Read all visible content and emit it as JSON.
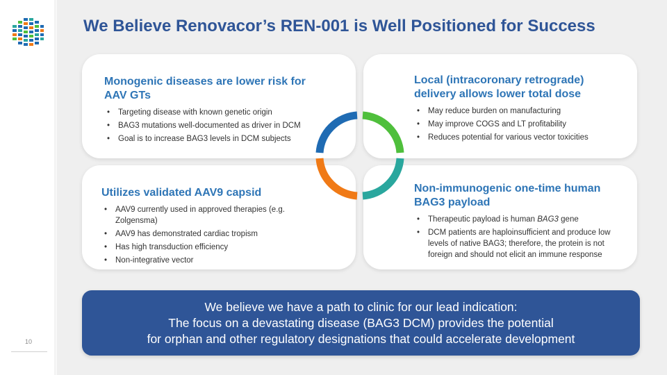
{
  "slide": {
    "title": "We Believe Renovacor’s REN-001 is Well Positioned for Success",
    "page_number": "10"
  },
  "cards": {
    "top_left": {
      "heading_line1": "Monogenic diseases are lower risk for",
      "heading_line2": "AAV GTs",
      "bullets": [
        "Targeting disease with known genetic origin",
        "BAG3 mutations well-documented as driver in DCM",
        "Goal is to increase BAG3 levels in DCM subjects"
      ]
    },
    "top_right": {
      "heading_line1": "Local (intracoronary retrograde)",
      "heading_line2": "delivery allows lower total dose",
      "bullets": [
        "May reduce burden on manufacturing",
        "May improve COGS and LT profitability",
        "Reduces potential for various vector toxicities"
      ]
    },
    "bottom_left": {
      "heading": "Utilizes validated AAV9 capsid",
      "bullets": [
        "AAV9 currently used in approved therapies (e.g. Zolgensma)",
        "AAV9 has demonstrated cardiac tropism",
        "Has high transduction efficiency",
        "Non-integrative vector"
      ]
    },
    "bottom_right": {
      "heading_line1": "Non-immunogenic one-time human",
      "heading_line2": "BAG3 payload",
      "bullet1_prefix": "Therapeutic payload is human ",
      "bullet1_italic": "BAG3",
      "bullet1_suffix": " gene",
      "bullet2": "DCM patients are haploinsufficient and produce low levels of native BAG3; therefore, the protein is not foreign and should not elicit an immune response"
    }
  },
  "banner": {
    "line1": "We believe we have a path to clinic for our lead indication:",
    "line2": "The focus on a devastating disease (BAG3 DCM) provides the potential",
    "line3": "for orphan and other regulatory designations that could accelerate development"
  },
  "colors": {
    "title": "#2f5597",
    "heading": "#2e75b6",
    "banner": "#2f5597",
    "ring_blue": "#1f6bb3",
    "ring_green": "#4fbf3c",
    "ring_orange": "#f07a16",
    "ring_teal": "#2aa79e"
  }
}
